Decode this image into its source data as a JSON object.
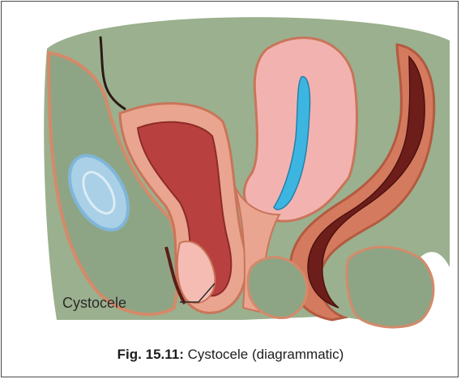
{
  "figure": {
    "caption_number": "Fig. 15.11:",
    "caption_text": " Cystocele (diagrammatic)"
  },
  "labels": {
    "cystocele": "Cystocele"
  },
  "colors": {
    "background_tissue": "#9bb08e",
    "skin_outline": "#d48a6a",
    "bladder_wall": "#e9a58f",
    "bladder_inner": "#b8413f",
    "uterus": "#f2b3b0",
    "uterine_cavity": "#3cb6e0",
    "rectum_dark": "#6e1e1a",
    "ovary_blue": "#7fb6d8"
  }
}
